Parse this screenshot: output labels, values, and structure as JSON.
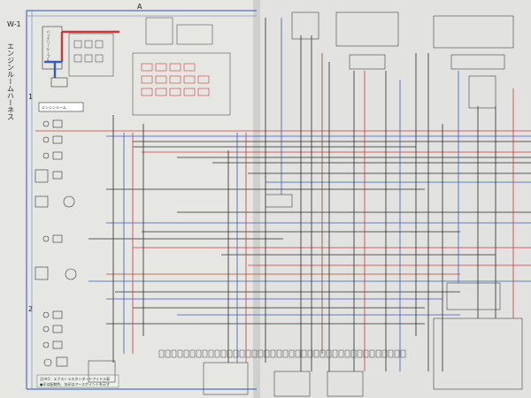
{
  "page": {
    "section_code": "W-1",
    "column_markers": [
      "A"
    ],
    "row_markers": [
      "1",
      "2"
    ],
    "title_vertical": "エンジンルームハーネス",
    "red_box_label": "バッテリーケーブル",
    "engine_room_label": "エンジンルーム",
    "footnote_line1": "注)※1：エクストラスタンダードアイドル車",
    "footnote_line2": "●印は配線色、矢印はアースポイントを示す"
  },
  "wire_colors": {
    "red": "#c8383c",
    "blue": "#3b5bb5",
    "black": "#2a2a2a",
    "brown": "#7a4b3a",
    "paper": "#e9eae6",
    "border_blue": "#4a6fc4"
  }
}
